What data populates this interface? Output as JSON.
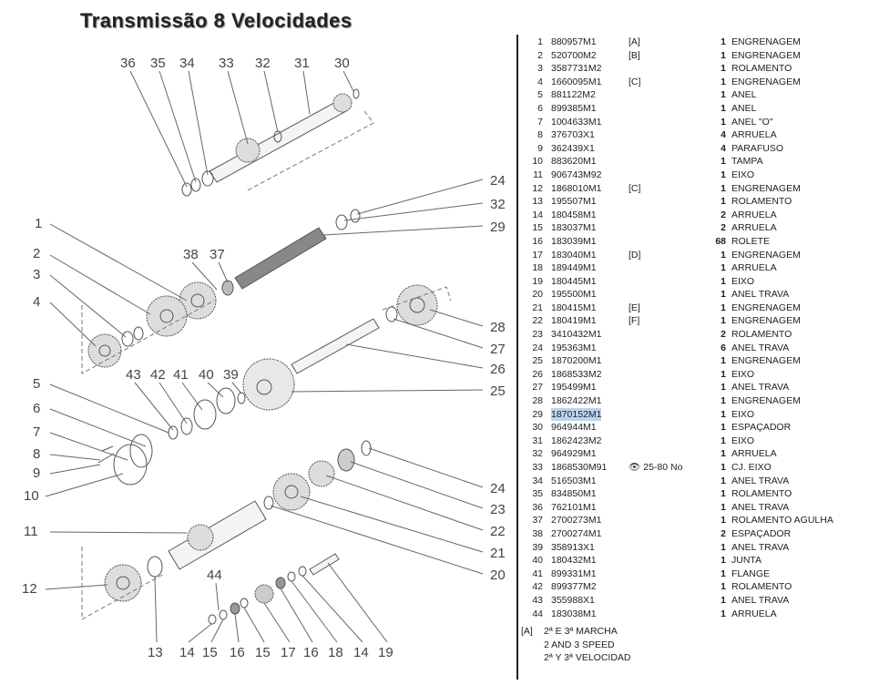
{
  "title": "Transmissão 8 Velocidades",
  "callouts": {
    "top": [
      "36",
      "35",
      "34",
      "33",
      "32",
      "31",
      "30"
    ],
    "right": [
      "24",
      "32",
      "29",
      "28",
      "27",
      "26",
      "25",
      "24",
      "23",
      "22",
      "21",
      "20"
    ],
    "left": [
      "1",
      "2",
      "3",
      "4",
      "5",
      "6",
      "7",
      "8",
      "9",
      "10",
      "11",
      "12"
    ],
    "middle": [
      "43",
      "42",
      "41",
      "40",
      "39",
      "38",
      "37",
      "44"
    ],
    "bottom": [
      "13",
      "14",
      "15",
      "16",
      "15",
      "17",
      "16",
      "18",
      "14",
      "19"
    ]
  },
  "parts": [
    {
      "no": "1",
      "part": "880957M1",
      "note": "[A]",
      "qty": "1",
      "desc": "ENGRENAGEM"
    },
    {
      "no": "2",
      "part": "520700M2",
      "note": "[B]",
      "qty": "1",
      "desc": "ENGRENAGEM"
    },
    {
      "no": "3",
      "part": "3587731M2",
      "note": "",
      "qty": "1",
      "desc": "ROLAMENTO"
    },
    {
      "no": "4",
      "part": "1660095M1",
      "note": "[C]",
      "qty": "1",
      "desc": "ENGRENAGEM"
    },
    {
      "no": "5",
      "part": "881122M2",
      "note": "",
      "qty": "1",
      "desc": "ANEL"
    },
    {
      "no": "6",
      "part": "899385M1",
      "note": "",
      "qty": "1",
      "desc": "ANEL"
    },
    {
      "no": "7",
      "part": "1004633M1",
      "note": "",
      "qty": "1",
      "desc": "ANEL \"O\""
    },
    {
      "no": "8",
      "part": "376703X1",
      "note": "",
      "qty": "4",
      "desc": "ARRUELA"
    },
    {
      "no": "9",
      "part": "362439X1",
      "note": "",
      "qty": "4",
      "desc": "PARAFUSO"
    },
    {
      "no": "10",
      "part": "883620M1",
      "note": "",
      "qty": "1",
      "desc": "TAMPA"
    },
    {
      "no": "11",
      "part": "906743M92",
      "note": "",
      "qty": "1",
      "desc": "EIXO"
    },
    {
      "no": "12",
      "part": "1868010M1",
      "note": "[C]",
      "qty": "1",
      "desc": "ENGRENAGEM"
    },
    {
      "no": "13",
      "part": "195507M1",
      "note": "",
      "qty": "1",
      "desc": "ROLAMENTO"
    },
    {
      "no": "14",
      "part": "180458M1",
      "note": "",
      "qty": "2",
      "desc": "ARRUELA"
    },
    {
      "no": "15",
      "part": "183037M1",
      "note": "",
      "qty": "2",
      "desc": "ARRUELA"
    },
    {
      "no": "16",
      "part": "183039M1",
      "note": "",
      "qty": "68",
      "desc": "ROLETE"
    },
    {
      "no": "17",
      "part": "183040M1",
      "note": "[D]",
      "qty": "1",
      "desc": "ENGRENAGEM"
    },
    {
      "no": "18",
      "part": "189449M1",
      "note": "",
      "qty": "1",
      "desc": "ARRUELA"
    },
    {
      "no": "19",
      "part": "180445M1",
      "note": "",
      "qty": "1",
      "desc": "EIXO"
    },
    {
      "no": "20",
      "part": "195500M1",
      "note": "",
      "qty": "1",
      "desc": "ANEL TRAVA"
    },
    {
      "no": "21",
      "part": "180415M1",
      "note": "[E]",
      "qty": "1",
      "desc": "ENGRENAGEM"
    },
    {
      "no": "22",
      "part": "180419M1",
      "note": "[F]",
      "qty": "1",
      "desc": "ENGRENAGEM"
    },
    {
      "no": "23",
      "part": "3410432M1",
      "note": "",
      "qty": "2",
      "desc": "ROLAMENTO"
    },
    {
      "no": "24",
      "part": "195363M1",
      "note": "",
      "qty": "6",
      "desc": "ANEL TRAVA"
    },
    {
      "no": "25",
      "part": "1870200M1",
      "note": "",
      "qty": "1",
      "desc": "ENGRENAGEM"
    },
    {
      "no": "26",
      "part": "1868533M2",
      "note": "",
      "qty": "1",
      "desc": "EIXO"
    },
    {
      "no": "27",
      "part": "195499M1",
      "note": "",
      "qty": "1",
      "desc": "ANEL TRAVA"
    },
    {
      "no": "28",
      "part": "1862422M1",
      "note": "",
      "qty": "1",
      "desc": "ENGRENAGEM"
    },
    {
      "no": "29",
      "part": "1870152M1",
      "note": "",
      "qty": "1",
      "desc": "EIXO",
      "highlight": true
    },
    {
      "no": "30",
      "part": "964944M1",
      "note": "",
      "qty": "1",
      "desc": "ESPAÇADOR"
    },
    {
      "no": "31",
      "part": "1862423M2",
      "note": "",
      "qty": "1",
      "desc": "EIXO"
    },
    {
      "no": "32",
      "part": "964929M1",
      "note": "",
      "qty": "1",
      "desc": "ARRUELA"
    },
    {
      "no": "33",
      "part": "1868530M91",
      "note": "👁 25-80 No",
      "qty": "1",
      "desc": "CJ. EIXO"
    },
    {
      "no": "34",
      "part": "516503M1",
      "note": "",
      "qty": "1",
      "desc": "ANEL TRAVA"
    },
    {
      "no": "35",
      "part": "834850M1",
      "note": "",
      "qty": "1",
      "desc": "ROLAMENTO"
    },
    {
      "no": "36",
      "part": "762101M1",
      "note": "",
      "qty": "1",
      "desc": "ANEL TRAVA"
    },
    {
      "no": "37",
      "part": "2700273M1",
      "note": "",
      "qty": "1",
      "desc": "ROLAMENTO AGULHA"
    },
    {
      "no": "38",
      "part": "2700274M1",
      "note": "",
      "qty": "2",
      "desc": "ESPAÇADOR"
    },
    {
      "no": "39",
      "part": "358913X1",
      "note": "",
      "qty": "1",
      "desc": "ANEL TRAVA"
    },
    {
      "no": "40",
      "part": "180432M1",
      "note": "",
      "qty": "1",
      "desc": "JUNTA"
    },
    {
      "no": "41",
      "part": "899331M1",
      "note": "",
      "qty": "1",
      "desc": "FLANGE"
    },
    {
      "no": "42",
      "part": "899377M2",
      "note": "",
      "qty": "1",
      "desc": "ROLAMENTO"
    },
    {
      "no": "43",
      "part": "355988X1",
      "note": "",
      "qty": "1",
      "desc": "ANEL TRAVA"
    },
    {
      "no": "44",
      "part": "183038M1",
      "note": "",
      "qty": "1",
      "desc": "ARRUELA"
    }
  ],
  "footnote": {
    "key": "[A]",
    "lines": [
      "2ª E 3ª MARCHA",
      "2 AND 3 SPEED",
      "2ª Y 3ª VELOCIDAD"
    ]
  }
}
